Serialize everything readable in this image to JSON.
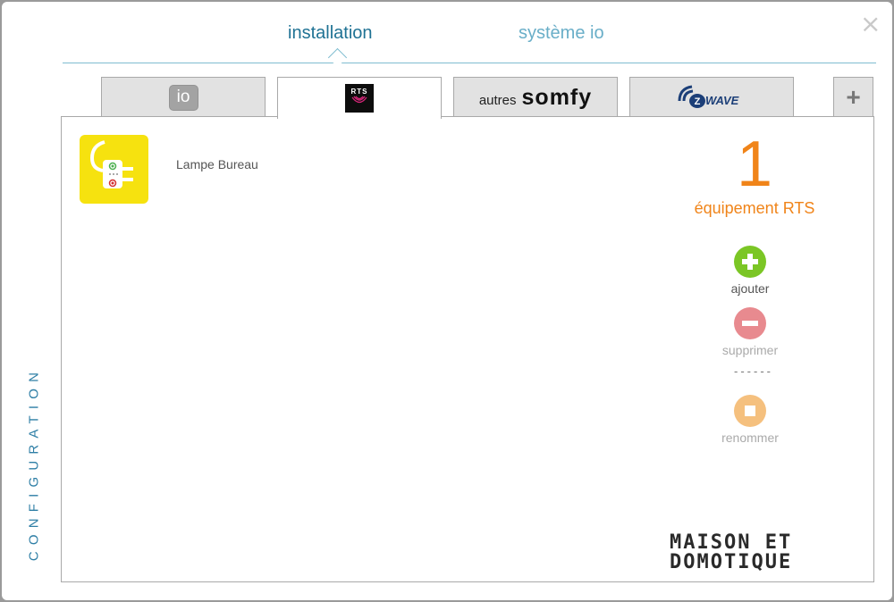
{
  "top_tabs": [
    {
      "label": "installation",
      "active": true
    },
    {
      "label": "système io",
      "active": false
    }
  ],
  "side_label": "CONFIGURATION",
  "protocol_tabs": {
    "io": {
      "label": "io"
    },
    "rts": {
      "label": "RTS",
      "selected": true
    },
    "somfy": {
      "prefix": "autres",
      "brand": "somfy"
    },
    "zwave": {
      "brand": "Z WAVE"
    },
    "plus": {
      "label": "+"
    }
  },
  "devices": [
    {
      "name": "Lampe Bureau",
      "icon": "plug-icon"
    }
  ],
  "counter": {
    "value": "1",
    "label": "équipement RTS"
  },
  "actions": {
    "add": "ajouter",
    "delete": "supprimer",
    "separator": "------",
    "rename": "renommer"
  },
  "brand": {
    "line1": "MAISON ET",
    "line2": "DOMOTIQUE"
  },
  "colors": {
    "accent": "#1f7294",
    "orange": "#f08419",
    "green": "#7bc625",
    "red": "#e88a8f",
    "yellow": "#f6e20f"
  }
}
